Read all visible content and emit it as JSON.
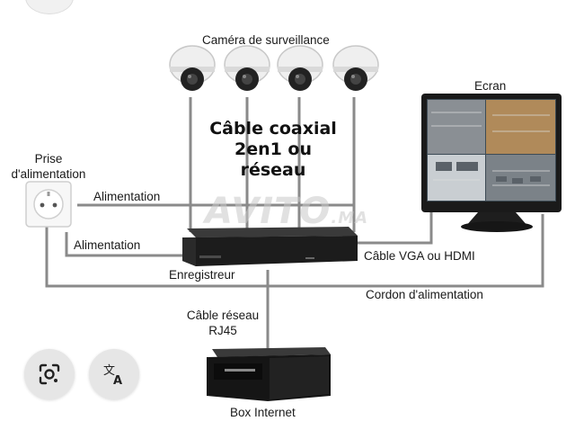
{
  "labels": {
    "camera": "Caméra de surveillance",
    "cable_coax_line1": "Câble coaxial",
    "cable_coax_line2": "2en1 ou",
    "cable_coax_line3": "réseau",
    "screen": "Ecran",
    "prise_line1": "Prise",
    "prise_line2": "d'alimentation",
    "alimentation_top": "Alimentation",
    "alimentation_bottom": "Alimentation",
    "recorder": "Enregistreur",
    "vga_hdmi": "Câble VGA ou HDMI",
    "power_cord": "Cordon d'alimentation",
    "network_line1": "Câble réseau",
    "network_line2": "RJ45",
    "box": "Box Internet"
  },
  "watermark": {
    "main": "AVITO",
    "suffix": ".MA"
  },
  "icons": {
    "lens": "lens-search-icon",
    "translate": "translate-icon"
  },
  "colors": {
    "line": "#8a8a8a",
    "device": "#1c1c1c",
    "fab": "#e6e6e6"
  }
}
